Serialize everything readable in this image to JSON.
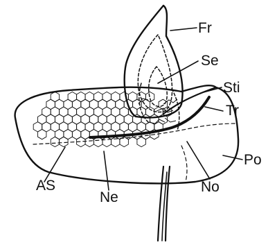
{
  "labels": {
    "fr": "Fr",
    "se": "Se",
    "sti": "Sti",
    "tr": "Tr",
    "po": "Po",
    "as": "AS",
    "ne": "Ne",
    "no": "No"
  },
  "colors": {
    "ink": "#111111",
    "background": "#ffffff"
  }
}
